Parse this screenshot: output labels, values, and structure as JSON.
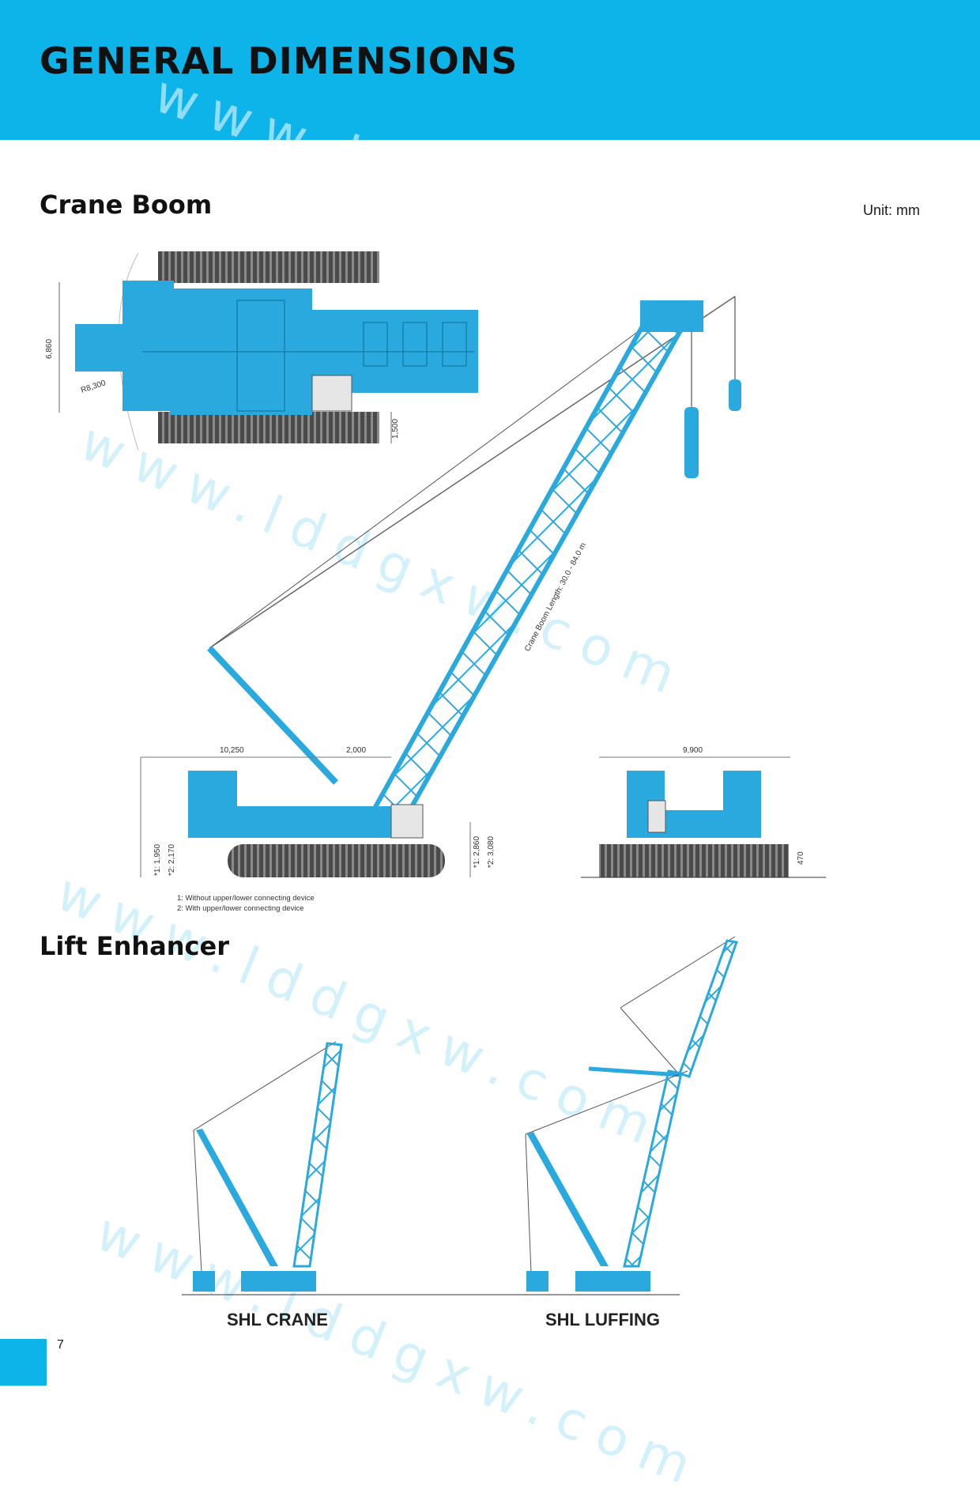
{
  "header": {
    "title": "GENERAL DIMENSIONS"
  },
  "crane_boom": {
    "title": "Crane Boom",
    "unit_label": "Unit: mm",
    "dimensions": {
      "top_view_width": "6,860",
      "top_view_radius": "R8,300",
      "track_width": "1,500",
      "counterweight_length": "10,250",
      "boom_foot_offset": "2,000",
      "boom_length": "Crane Boom Length: 30.0 - 84.0 m",
      "counterweight_height_1": "*1: 1,950",
      "counterweight_height_2": "*2: 2,170",
      "boom_foot_height_1": "*1: 2,860",
      "boom_foot_height_2": "*2: 3,080",
      "rear_width": "9,900",
      "ground_clearance": "470"
    },
    "notes": [
      "1: Without upper/lower connecting device",
      "2: With upper/lower connecting device"
    ]
  },
  "lift_enhancer": {
    "title": "Lift Enhancer",
    "captions": {
      "crane": "SHL CRANE",
      "luffing": "SHL LUFFING"
    }
  },
  "watermark": {
    "text": "www.lddgxw.com"
  },
  "footer": {
    "page_number": "7"
  },
  "colors": {
    "accent": "#0cb4ea",
    "crane_blue": "#2aa9df",
    "track_gray": "#595959"
  },
  "icons": [
    "crane-top-view-drawing",
    "crane-side-view-drawing",
    "crane-rear-view-drawing",
    "shl-crane-drawing",
    "shl-luffing-drawing"
  ]
}
